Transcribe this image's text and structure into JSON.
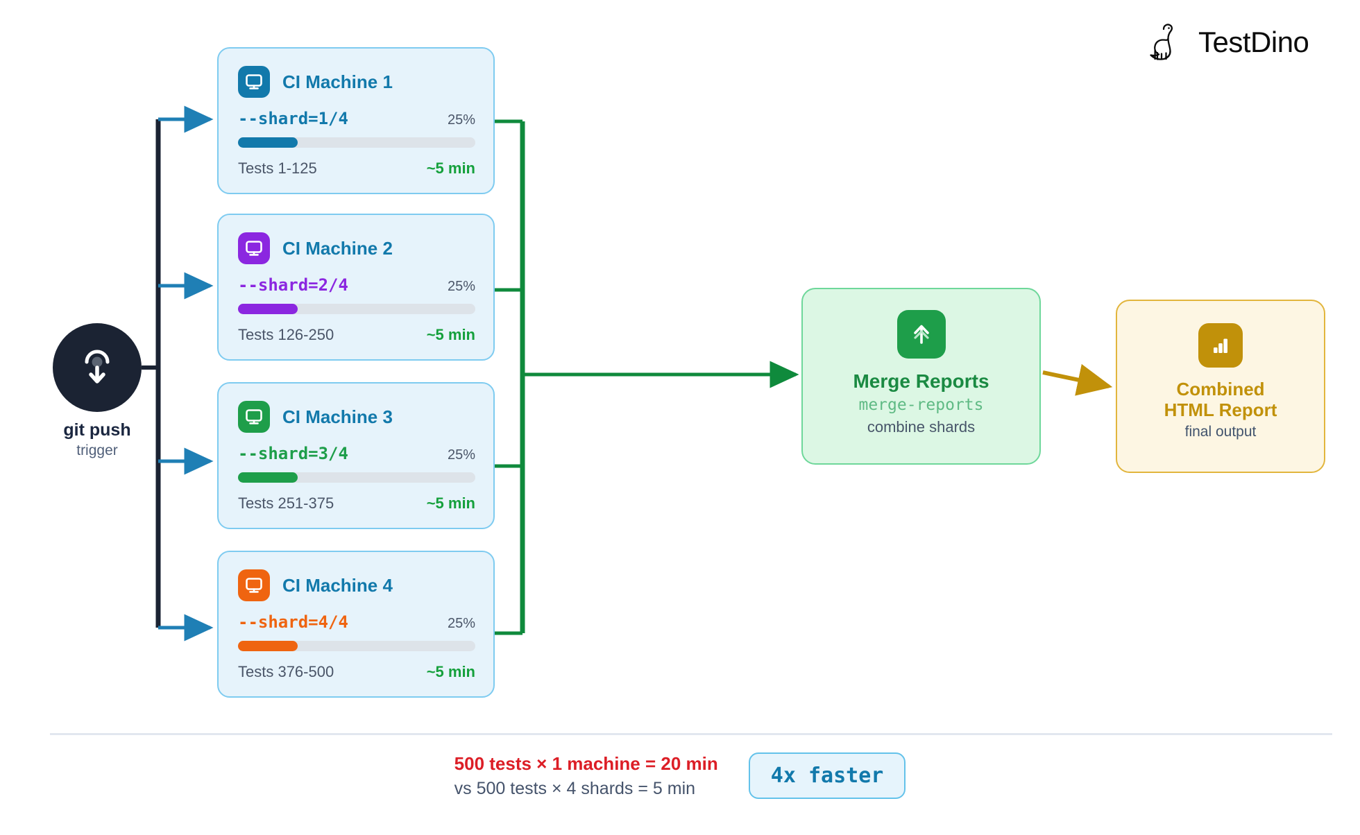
{
  "brand": {
    "name": "TestDino",
    "logo_icon": "dinosaur-icon"
  },
  "trigger": {
    "label": "git push",
    "sublabel": "trigger",
    "icon": "git-push-download-icon",
    "circle_color": "#1b2333"
  },
  "machines": [
    {
      "title": "CI Machine 1",
      "icon": "monitor-icon",
      "shard": "--shard=1/4",
      "percent": "25%",
      "progress": 25,
      "tests": "Tests 1-125",
      "duration": "~5 min",
      "accent": "#1279ab"
    },
    {
      "title": "CI Machine 2",
      "icon": "monitor-icon",
      "shard": "--shard=2/4",
      "percent": "25%",
      "progress": 25,
      "tests": "Tests 126-250",
      "duration": "~5 min",
      "accent": "#8b27e0"
    },
    {
      "title": "CI Machine 3",
      "icon": "monitor-icon",
      "shard": "--shard=3/4",
      "percent": "25%",
      "progress": 25,
      "tests": "Tests 251-375",
      "duration": "~5 min",
      "accent": "#1e9e4a"
    },
    {
      "title": "CI Machine 4",
      "icon": "monitor-icon",
      "shard": "--shard=4/4",
      "percent": "25%",
      "progress": 25,
      "tests": "Tests 376-500",
      "duration": "~5 min",
      "accent": "#ef6410"
    }
  ],
  "merge": {
    "title": "Merge Reports",
    "command": "merge-reports",
    "sublabel": "combine shards",
    "icon": "merge-arrow-up-icon",
    "color": "#1a8a42"
  },
  "report": {
    "title_line1": "Combined",
    "title_line2": "HTML Report",
    "sublabel": "final output",
    "icon": "bar-chart-icon",
    "color": "#c1910a"
  },
  "footer": {
    "line1": "500 tests × 1 machine = 20 min",
    "line2": "vs 500 tests × 4 shards = 5 min",
    "badge": "4x faster"
  },
  "colors": {
    "fanout_trunk": "#1b2333",
    "fanout_arrow": "#1f7fb5",
    "collector": "#0f8a3c",
    "merge_to_report_arrow": "#c1910a",
    "card_bg": "#e6f3fb",
    "card_border": "#7ecbf0",
    "track": "#dde3e9"
  }
}
